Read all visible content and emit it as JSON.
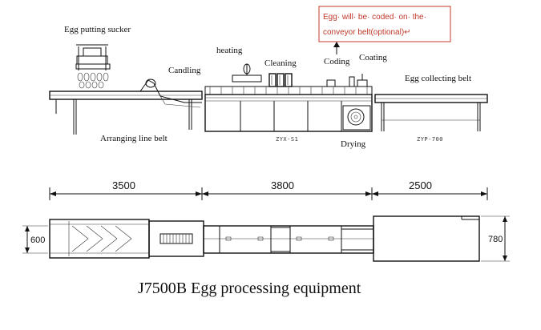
{
  "labels": {
    "egg_putting_sucker": "Egg putting sucker",
    "heating": "heating",
    "candling": "Candling",
    "cleaning": "Cleaning",
    "coding": "Coding",
    "coating": "Coating",
    "egg_collecting_belt": "Egg collecting belt",
    "arranging_line_belt": "Arranging line belt",
    "drying": "Drying"
  },
  "note": {
    "line1": "Egg· will· be· coded· on· the·",
    "line2": "conveyor belt(optional)↵"
  },
  "models": {
    "zyx": "ZYX-S1",
    "zyp": "ZYP-700"
  },
  "dimensions": {
    "seg1": "3500",
    "seg2": "3800",
    "seg3": "2500",
    "width_left": "600",
    "width_right": "780"
  },
  "title": "J7500B Egg processing equipment",
  "colors": {
    "line": "#111111",
    "note_text": "#c0392b",
    "note_border": "#c0392b"
  }
}
